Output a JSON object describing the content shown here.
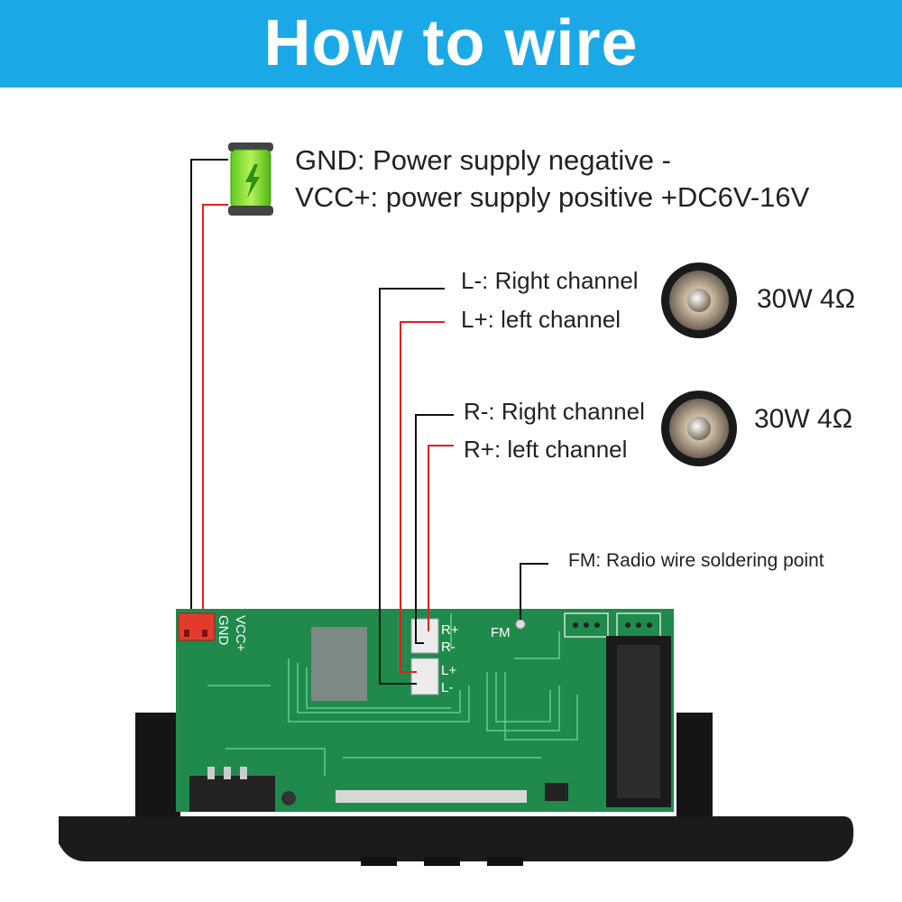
{
  "header": {
    "title": "How to wire"
  },
  "power": {
    "gnd_label": "GND: Power supply negative -",
    "vcc_label": "VCC+: power supply positive +DC6V-16V"
  },
  "left_channel": {
    "minus_label": "L-: Right channel",
    "plus_label": "L+: left channel",
    "speaker_rating": "30W 4Ω"
  },
  "right_channel": {
    "minus_label": "R-: Right channel",
    "plus_label": "R+: left channel",
    "speaker_rating": "30W 4Ω"
  },
  "fm": {
    "label": "FM: Radio wire soldering point"
  },
  "board": {
    "silk_gnd": "GND",
    "silk_vcc": "VCC+",
    "pin_r_plus": "R+",
    "pin_r_minus": "R-",
    "pin_l_plus": "L+",
    "pin_l_minus": "L-",
    "silk_fm": "FM"
  },
  "colors": {
    "header_bg": "#1aa9e6",
    "negative_wire": "#111111",
    "positive_wire": "#e02020",
    "pcb": "#1f8a4c"
  }
}
